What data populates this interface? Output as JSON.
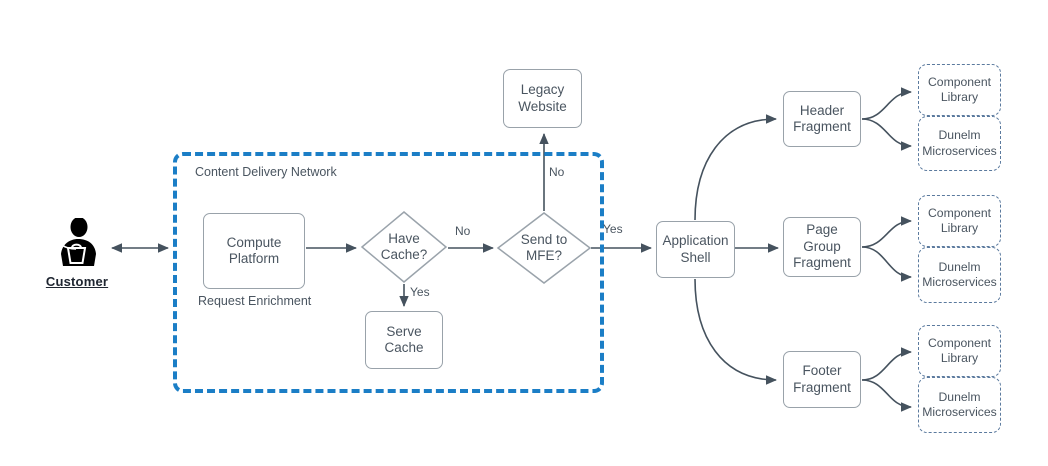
{
  "customer": {
    "label": "Customer",
    "icon": "person-with-basket-icon"
  },
  "cdn": {
    "title": "Content Delivery Network",
    "note": "Request Enrichment",
    "nodes": {
      "compute_platform": "Compute Platform",
      "have_cache": "Have Cache?",
      "serve_cache": "Serve Cache",
      "send_to_mfe": "Send to MFE?"
    }
  },
  "nodes": {
    "legacy_website": "Legacy Website",
    "application_shell": "Application Shell"
  },
  "connector_labels": {
    "have_cache_no": "No",
    "have_cache_yes": "Yes",
    "send_to_mfe_no": "No",
    "send_to_mfe_yes": "Yes"
  },
  "fragments": [
    {
      "label": "Header Fragment"
    },
    {
      "label": "Page Group Fragment"
    },
    {
      "label": "Footer Fragment"
    }
  ],
  "dependency_groups": [
    {
      "fragment": "Header Fragment",
      "items": [
        {
          "label": "Component Library"
        },
        {
          "label": "Dunelm Microservices"
        }
      ]
    },
    {
      "fragment": "Page Group Fragment",
      "items": [
        {
          "label": "Component Library"
        },
        {
          "label": "Dunelm Microservices"
        }
      ]
    },
    {
      "fragment": "Footer Fragment",
      "items": [
        {
          "label": "Component Library"
        },
        {
          "label": "Dunelm Microservices"
        }
      ]
    }
  ],
  "colors": {
    "line": "#45525e",
    "solid_box_border": "#99a2aa",
    "dashed_box_border": "#5b7a9e",
    "cdn_border": "#1b7ec6",
    "text": "#4a5560",
    "customer_icon": "#000000"
  }
}
